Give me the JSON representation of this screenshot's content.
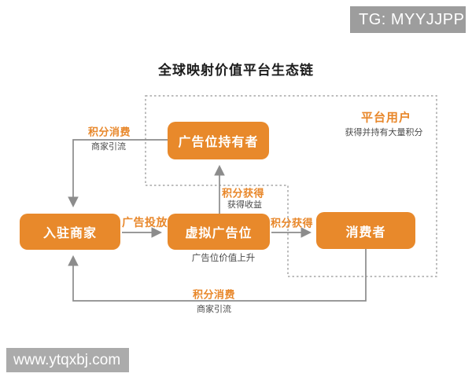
{
  "title": "全球映射价值平台生态链",
  "overlays": {
    "tg_badge": "TG: MYYJJPP",
    "watermark": "www.ytqxbj.com"
  },
  "platform_user_region": {
    "label": "平台用户",
    "description": "获得并持有大量积分"
  },
  "nodes": {
    "ad_holder": "广告位持有者",
    "merchant": "入驻商家",
    "virtual_ad": "虚拟广告位",
    "consumer": "消费者"
  },
  "edges": {
    "holder_to_merchant": {
      "label": "积分消费",
      "sublabel": "商家引流"
    },
    "merchant_to_virtual": {
      "label": "广告投放"
    },
    "virtual_to_holder": {
      "label": "积分获得",
      "sublabel": "获得收益"
    },
    "virtual_to_consumer": {
      "label": "积分获得"
    },
    "consumer_to_merchant": {
      "label": "积分消费",
      "sublabel": "商家引流"
    },
    "virtual_note": "广告位价值上升"
  },
  "colors": {
    "orange": "#E8892B",
    "orange_text": "#E8872A",
    "gray_text": "#4A4A4A",
    "line": "#8C8C8C",
    "dashed": "#A6A6A6",
    "badge_bg": "#9D9D9D",
    "watermark_bg": "#ABABAB",
    "title_color": "#1C1C1C",
    "bg": "#FFFFFF"
  }
}
